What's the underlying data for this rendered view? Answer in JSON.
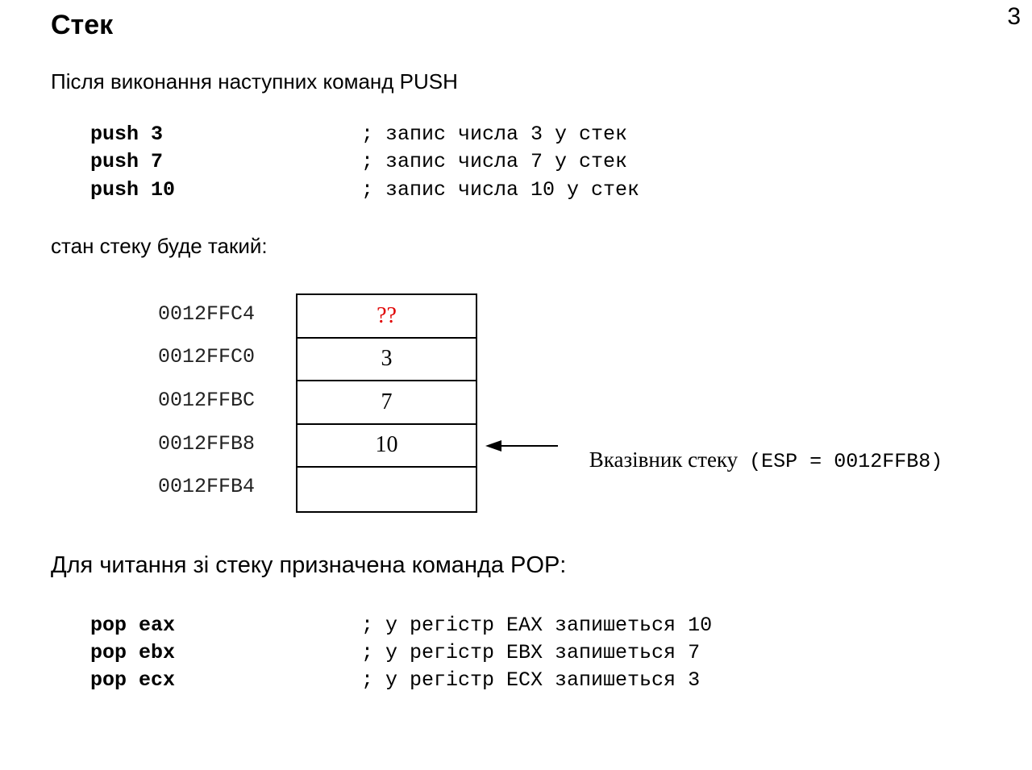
{
  "page_number": "3",
  "title": "Стек",
  "intro_text": "Після виконання наступних команд PUSH",
  "push_code": [
    {
      "cmd": "push 3",
      "comment": "; запис числа 3 у стек"
    },
    {
      "cmd": "push 7",
      "comment": "; запис числа 7 у стек"
    },
    {
      "cmd": "push 10",
      "comment": "; запис числа 10 у стек"
    }
  ],
  "state_text": "стан стеку буде такий:",
  "stack": {
    "rows": [
      {
        "address": "0012FFC4",
        "value": "??",
        "color": "#e00000"
      },
      {
        "address": "0012FFC0",
        "value": "3"
      },
      {
        "address": "0012FFBC",
        "value": "7"
      },
      {
        "address": "0012FFB8",
        "value": "10"
      },
      {
        "address": "0012FFB4",
        "value": ""
      }
    ],
    "pointer_label": "Вказівник стеку",
    "pointer_value": "(ESP = 0012FFB8)"
  },
  "pop_text": "Для читання зі стеку призначена команда POP:",
  "pop_code": [
    {
      "cmd": "pop eax",
      "comment": "; у регістр EAX запишеться 10"
    },
    {
      "cmd": "pop ebx",
      "comment": "; у регістр EBX запишеться 7"
    },
    {
      "cmd": "pop ecx",
      "comment": "; у регістр ECX запишеться 3"
    }
  ]
}
